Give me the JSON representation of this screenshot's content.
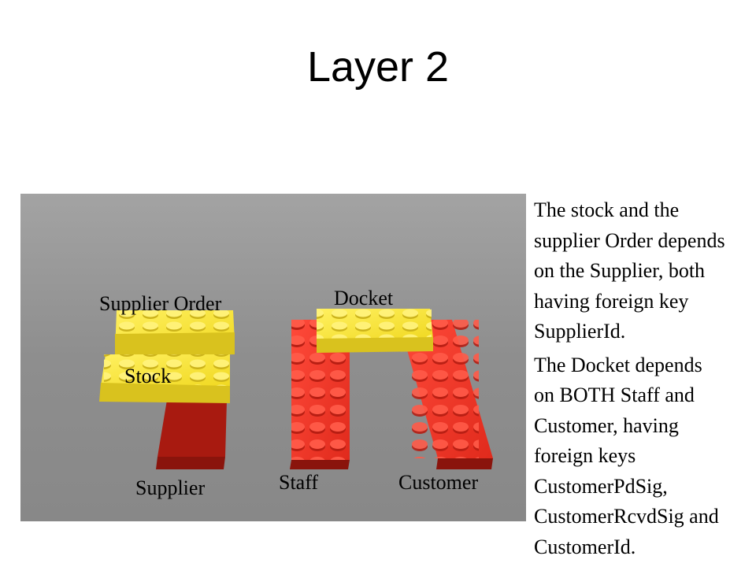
{
  "slide": {
    "title": "Layer 2"
  },
  "illustration": {
    "labels": {
      "supplier_order": "Supplier Order",
      "docket": "Docket",
      "stock": "Stock",
      "supplier": "Supplier",
      "staff": "Staff",
      "customer": "Customer"
    },
    "colors": {
      "background": "#8c8c8c",
      "red_brick": "#e8281e",
      "yellow_brick": "#f2e02a"
    }
  },
  "notes": {
    "paragraph1_lines": [
      "The stock and the",
      "supplier Order depends",
      "on the Supplier, both",
      "having foreign key",
      "SupplierId."
    ],
    "paragraph2_lines": [
      "The Docket depends",
      "on BOTH Staff and",
      "Customer, having",
      "foreign keys",
      "CustomerPdSig,",
      "CustomerRcvdSig and",
      "CustomerId."
    ]
  }
}
